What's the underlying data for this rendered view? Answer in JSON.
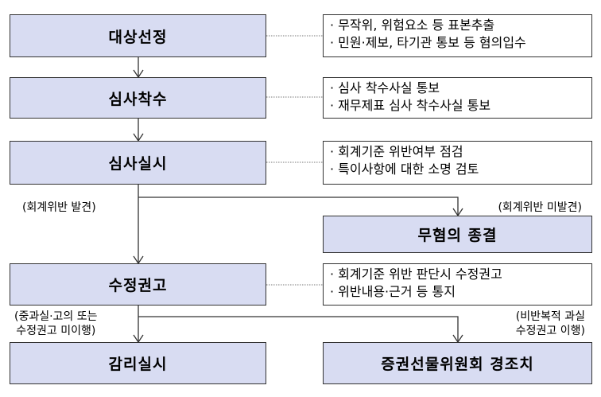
{
  "steps": {
    "select": "대상선정",
    "start": "심사착수",
    "conduct": "심사실시",
    "no_violation_end": "무혐의 종결",
    "correction": "수정권고",
    "audit": "감리실시",
    "sanction": "증권선물위원회 경조치"
  },
  "notes": {
    "select": [
      "무작위, 위험요소 등 표본추출",
      "민원·제보, 타기관 통보 등 혐의입수"
    ],
    "start": [
      "심사 착수사실 통보",
      "재무제표 심사 착수사실 통보"
    ],
    "conduct": [
      "회계기준 위반여부 점검",
      "특이사항에 대한 소명 검토"
    ],
    "correction": [
      "회계기준 위반 판단시 수정권고",
      "위반내용·근거 등 통지"
    ]
  },
  "labels": {
    "violation_found": "(회계위반 발견)",
    "no_violation": "(회계위반 미발견)",
    "serious_line1": "(중과실·고의 또는",
    "serious_line2": "수정권고 미이행)",
    "nonrepeat_line1": "(비반복적 과실",
    "nonrepeat_line2": "수정권고 이행)"
  }
}
